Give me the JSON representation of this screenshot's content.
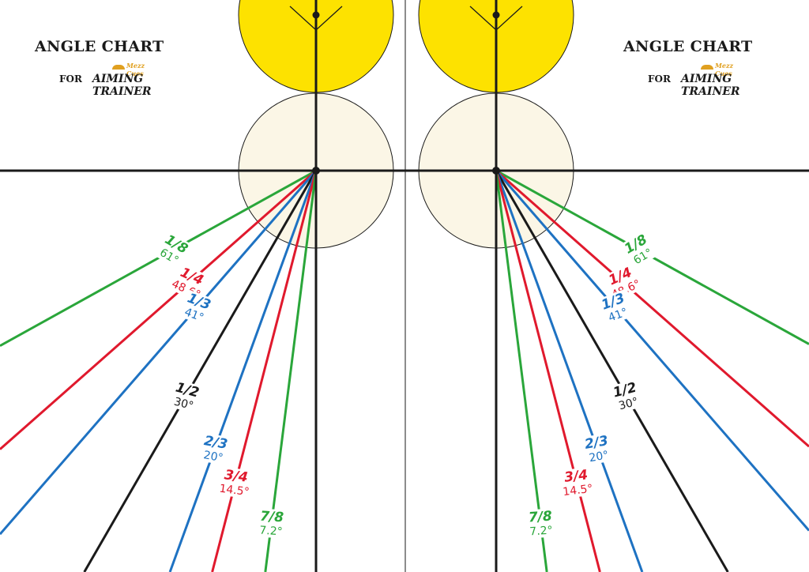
{
  "header_left": {
    "title": "ANGLE CHART",
    "for_label": "FOR",
    "product": "AIMING TRAINER",
    "brand": "Mezz Cues"
  },
  "header_right": {
    "title": "ANGLE CHART",
    "for_label": "FOR",
    "product": "AIMING TRAINER",
    "brand": "Mezz Cues"
  },
  "colors": {
    "green": "#2aa63a",
    "red": "#e0192d",
    "blue": "#1e72c2",
    "black": "#1a1a1a",
    "yellow_ball": "#fde200",
    "cue_ball": "#fbf6e6"
  },
  "angle_lines": [
    {
      "fraction": "1/8",
      "angle": "61°",
      "degrees": 61,
      "color": "green"
    },
    {
      "fraction": "1/4",
      "angle": "48.6°",
      "degrees": 48.6,
      "color": "red"
    },
    {
      "fraction": "1/3",
      "angle": "41°",
      "degrees": 41,
      "color": "blue"
    },
    {
      "fraction": "1/2",
      "angle": "30°",
      "degrees": 30,
      "color": "black"
    },
    {
      "fraction": "2/3",
      "angle": "20°",
      "degrees": 20,
      "color": "blue"
    },
    {
      "fraction": "3/4",
      "angle": "14.5°",
      "degrees": 14.5,
      "color": "red"
    },
    {
      "fraction": "7/8",
      "angle": "7.2°",
      "degrees": 7.2,
      "color": "green"
    }
  ]
}
